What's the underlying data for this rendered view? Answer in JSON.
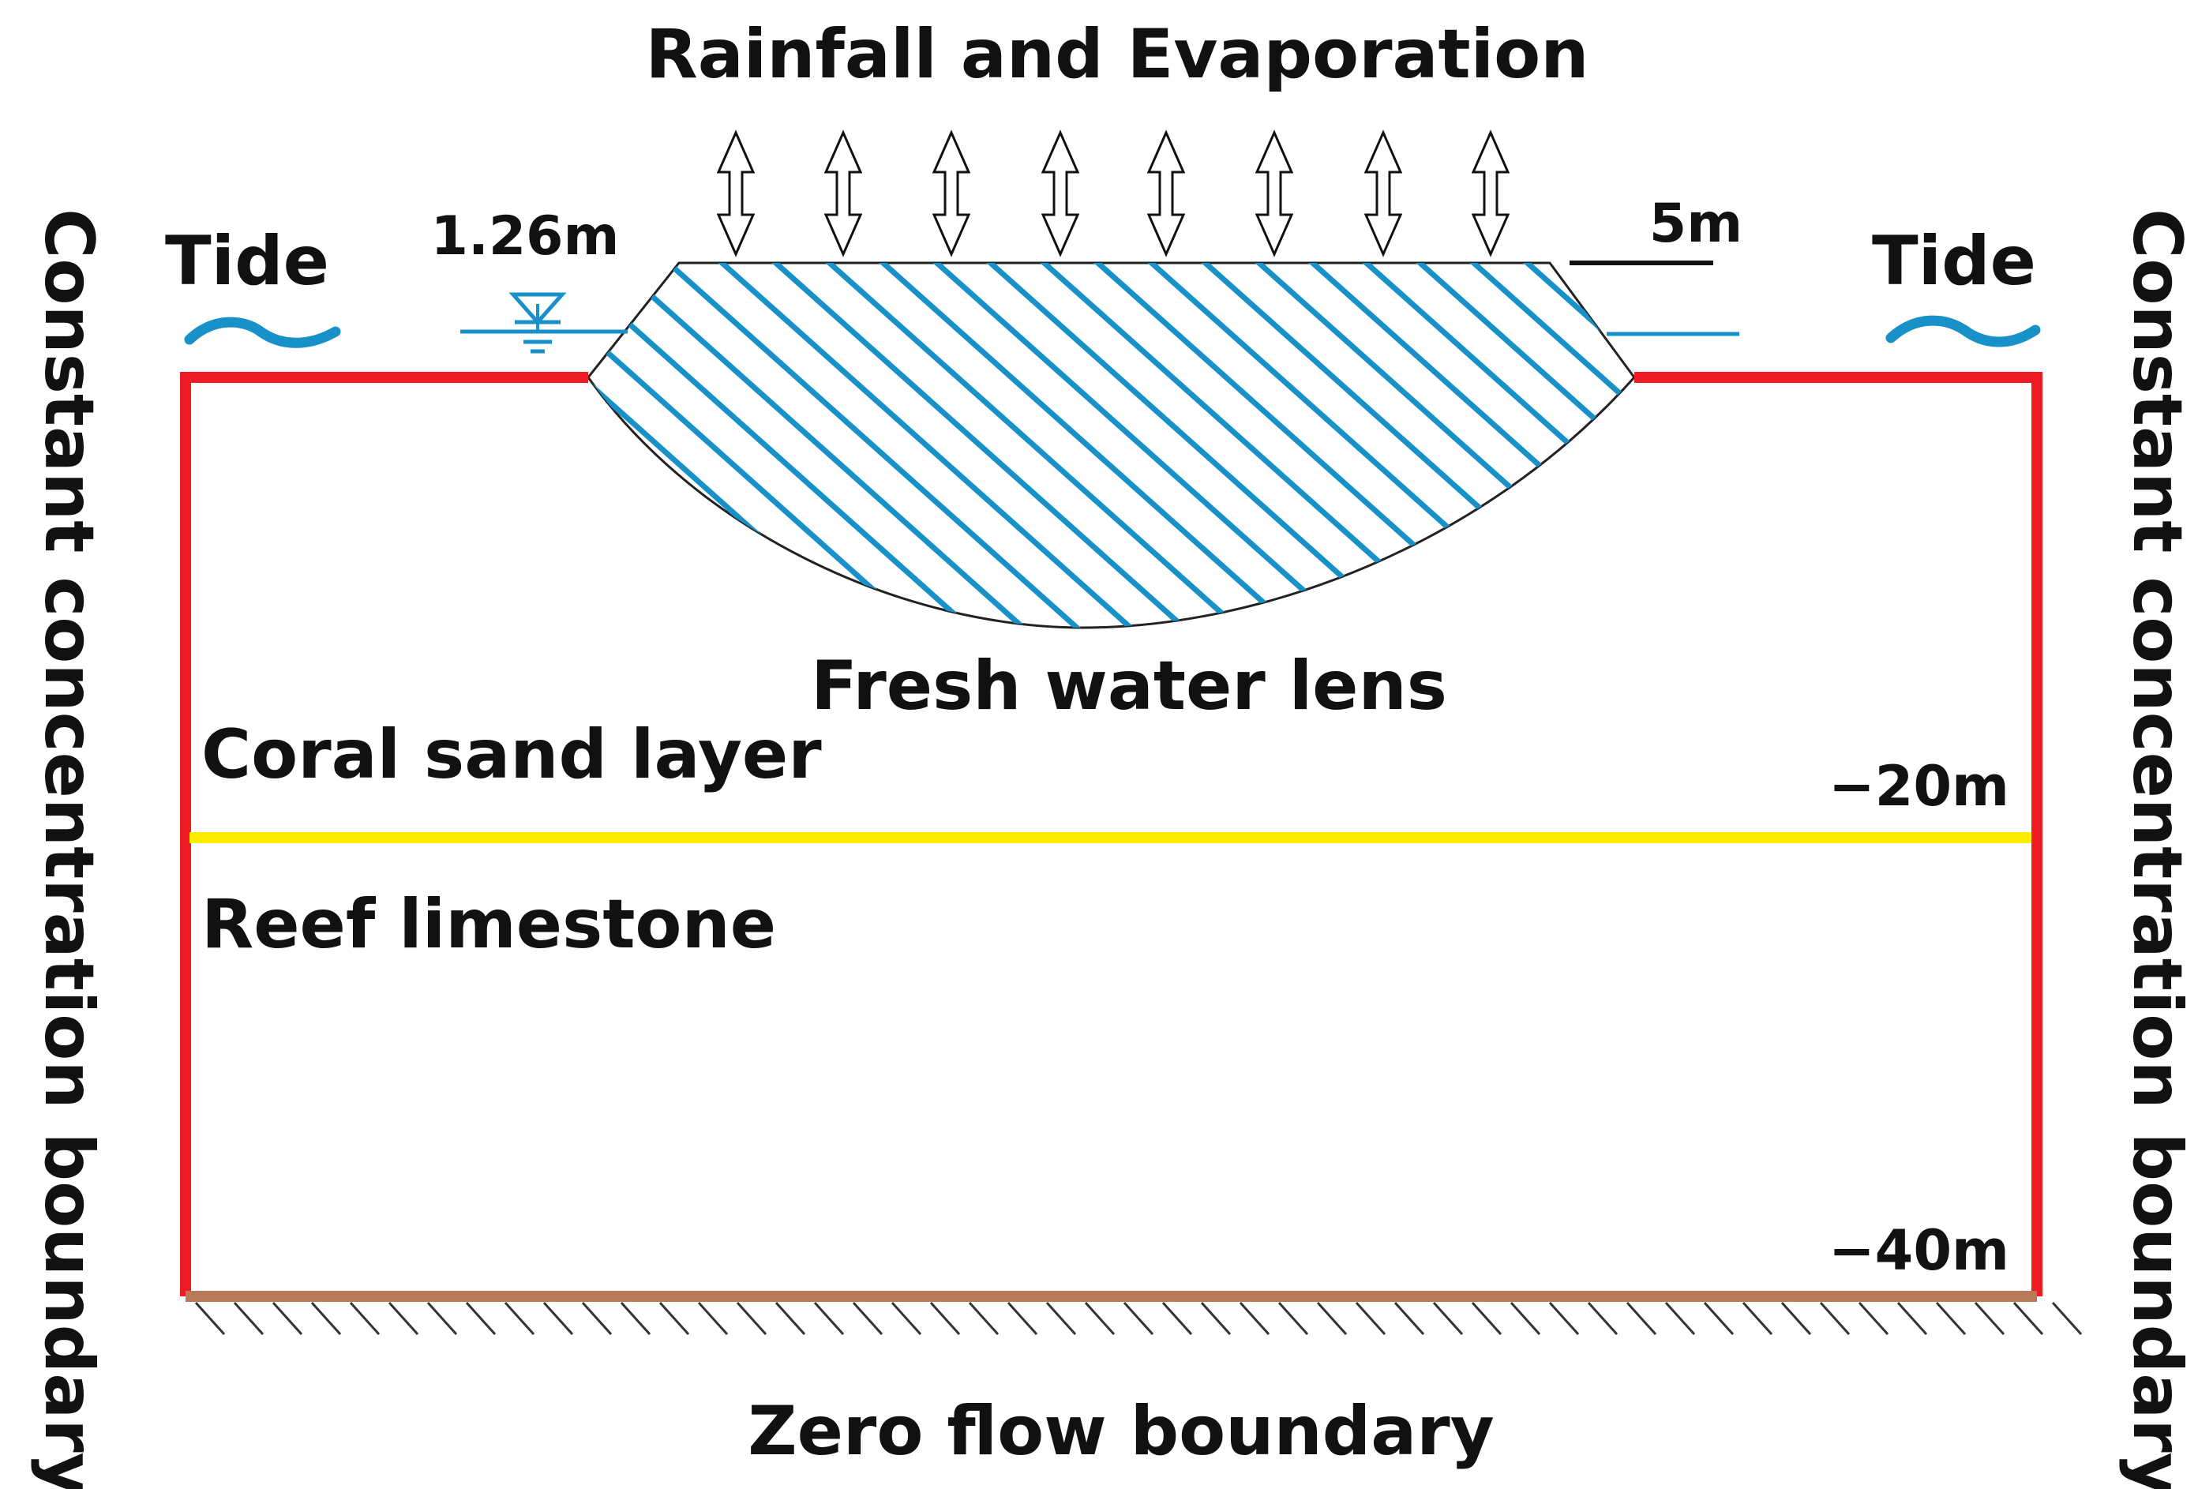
{
  "title": "Rainfall and Evaporation",
  "tide_left": "Tide",
  "tide_right": "Tide",
  "water_level_label": "1.26m",
  "lens_top_label": "5m",
  "fresh_water_lens": "Fresh water lens",
  "coral_sand_layer": "Coral sand layer",
  "reef_limestone": "Reef limestone",
  "depth_mid": "−20m",
  "depth_bottom": "−40m",
  "boundary_left": "Constant concentration boundary",
  "boundary_right": "Constant concentration boundary",
  "boundary_bottom": "Zero flow boundary",
  "colors": {
    "constant_concentration_boundary": "#ee1c24",
    "layer_interface": "#ffed00",
    "zero_flow_boundary": "#b97a57",
    "water": "#1890c8",
    "text": "#111111"
  }
}
